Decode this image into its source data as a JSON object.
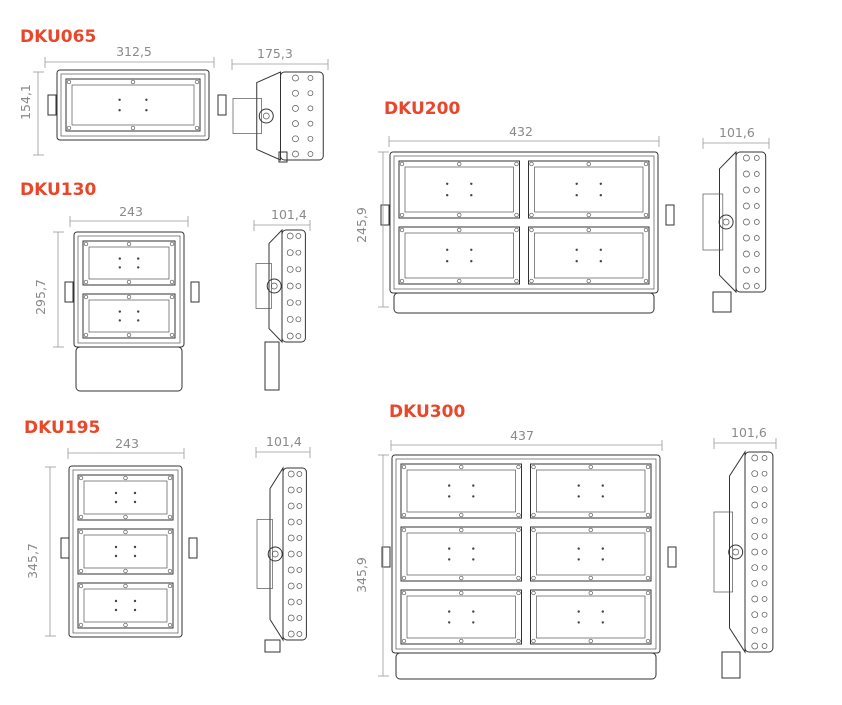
{
  "colors": {
    "accent": "#e8472b",
    "line": "#333333",
    "dimension": "#8a8a8a"
  },
  "models": [
    {
      "name": "DKU065",
      "modules": 1,
      "columns": 1,
      "front_width": "312,5",
      "front_height": "154,1",
      "side_depth": "175,3"
    },
    {
      "name": "DKU130",
      "modules": 2,
      "columns": 1,
      "front_width": "243",
      "front_height": "295,7",
      "side_depth": "101,4"
    },
    {
      "name": "DKU195",
      "modules": 3,
      "columns": 1,
      "front_width": "243",
      "front_height": "345,7",
      "side_depth": "101,4"
    },
    {
      "name": "DKU200",
      "modules": 4,
      "columns": 2,
      "front_width": "432",
      "front_height": "245,9",
      "side_depth": "101,6"
    },
    {
      "name": "DKU300",
      "modules": 6,
      "columns": 2,
      "front_width": "437",
      "front_height": "345,9",
      "side_depth": "101,6"
    }
  ]
}
